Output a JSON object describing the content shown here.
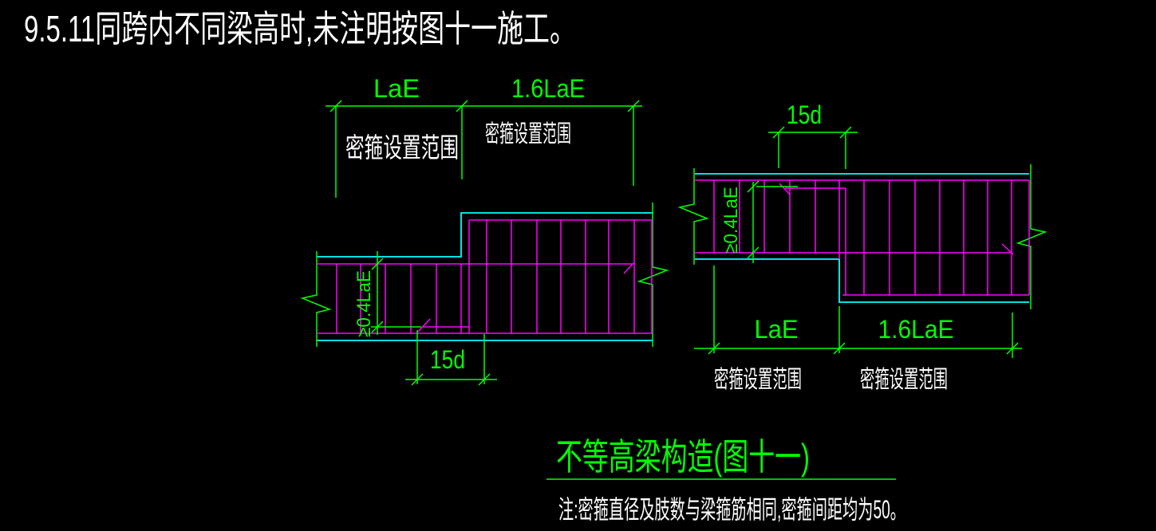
{
  "colors": {
    "background": "#000000",
    "dimension_green": "#00FF00",
    "beam_outline_cyan": "#00FFFF",
    "stirrup_magenta": "#FF00FF",
    "text_white": "#FFFFFF"
  },
  "heading": "9.5.11同跨内不同梁高时,未注明按图十一施工。",
  "left_detail": {
    "dim_top_left": "LaE",
    "dim_top_right": "1.6LaE",
    "range_label_left": "密箍设置范围",
    "range_label_right": "密箍设置范围",
    "dim_vertical": "≥0.4LaE",
    "dim_bottom": "15d"
  },
  "right_detail": {
    "dim_top": "15d",
    "dim_vertical": "≥0.4LaE",
    "dim_bottom_left": "LaE",
    "dim_bottom_right": "1.6LaE",
    "range_label_left": "密箍设置范围",
    "range_label_right": "密箍设置范围"
  },
  "caption": {
    "title": "不等高梁构造(图十一)",
    "note": "注:密箍直径及肢数与梁箍筋相同,密箍间距均为50。"
  }
}
